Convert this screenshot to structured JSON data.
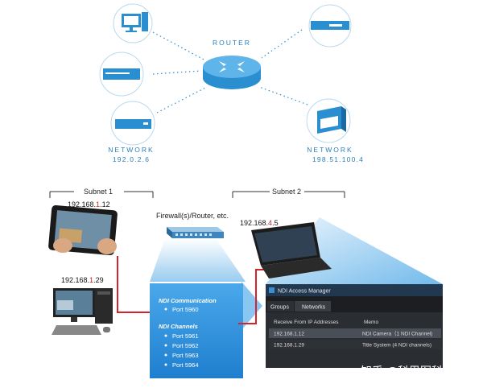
{
  "top": {
    "router_label": "ROUTER",
    "left_network": {
      "label": "NETWORK",
      "address": "192.0.2.6"
    },
    "right_network": {
      "label": "NETWORK",
      "address": "198.51.100.4"
    }
  },
  "subnet1": {
    "label": "Subnet 1",
    "tablet_ip_a": "192.168.",
    "tablet_ip_b": "1",
    "tablet_ip_c": ".12",
    "pc_ip_a": "192.168.",
    "pc_ip_b": "1",
    "pc_ip_c": ".29"
  },
  "subnet2": {
    "label": "Subnet 2",
    "laptop_ip_a": "192.168.",
    "laptop_ip_b": "4",
    "laptop_ip_c": ".5"
  },
  "firewall_label": "Firewall(s)/Router, etc.",
  "ndi_panel": {
    "communication_title": "NDI Communication",
    "communication_ports": [
      "Port 5960"
    ],
    "channels_title": "NDI Channels",
    "channels_ports": [
      "Port 5961",
      "Port 5962",
      "Port 5963",
      "Port 5964"
    ]
  },
  "access_manager": {
    "title": "NDI Access Manager",
    "tabs": [
      "Groups",
      "Networks"
    ],
    "active_tab": "Networks",
    "columns": [
      "Receive From IP Addresses",
      "Memo"
    ],
    "rows": [
      [
        "192.168.1.12",
        "NDI Camera（1 NDI Channel)"
      ],
      [
        "192.168.1.29",
        "Title System (4 NDI channels)"
      ]
    ]
  },
  "watermark": "知乎 @科思图科技",
  "colors": {
    "accent_blue": "#2a7fb8",
    "panel_blue": "#1f8dd6",
    "link_red": "#d4232a"
  }
}
